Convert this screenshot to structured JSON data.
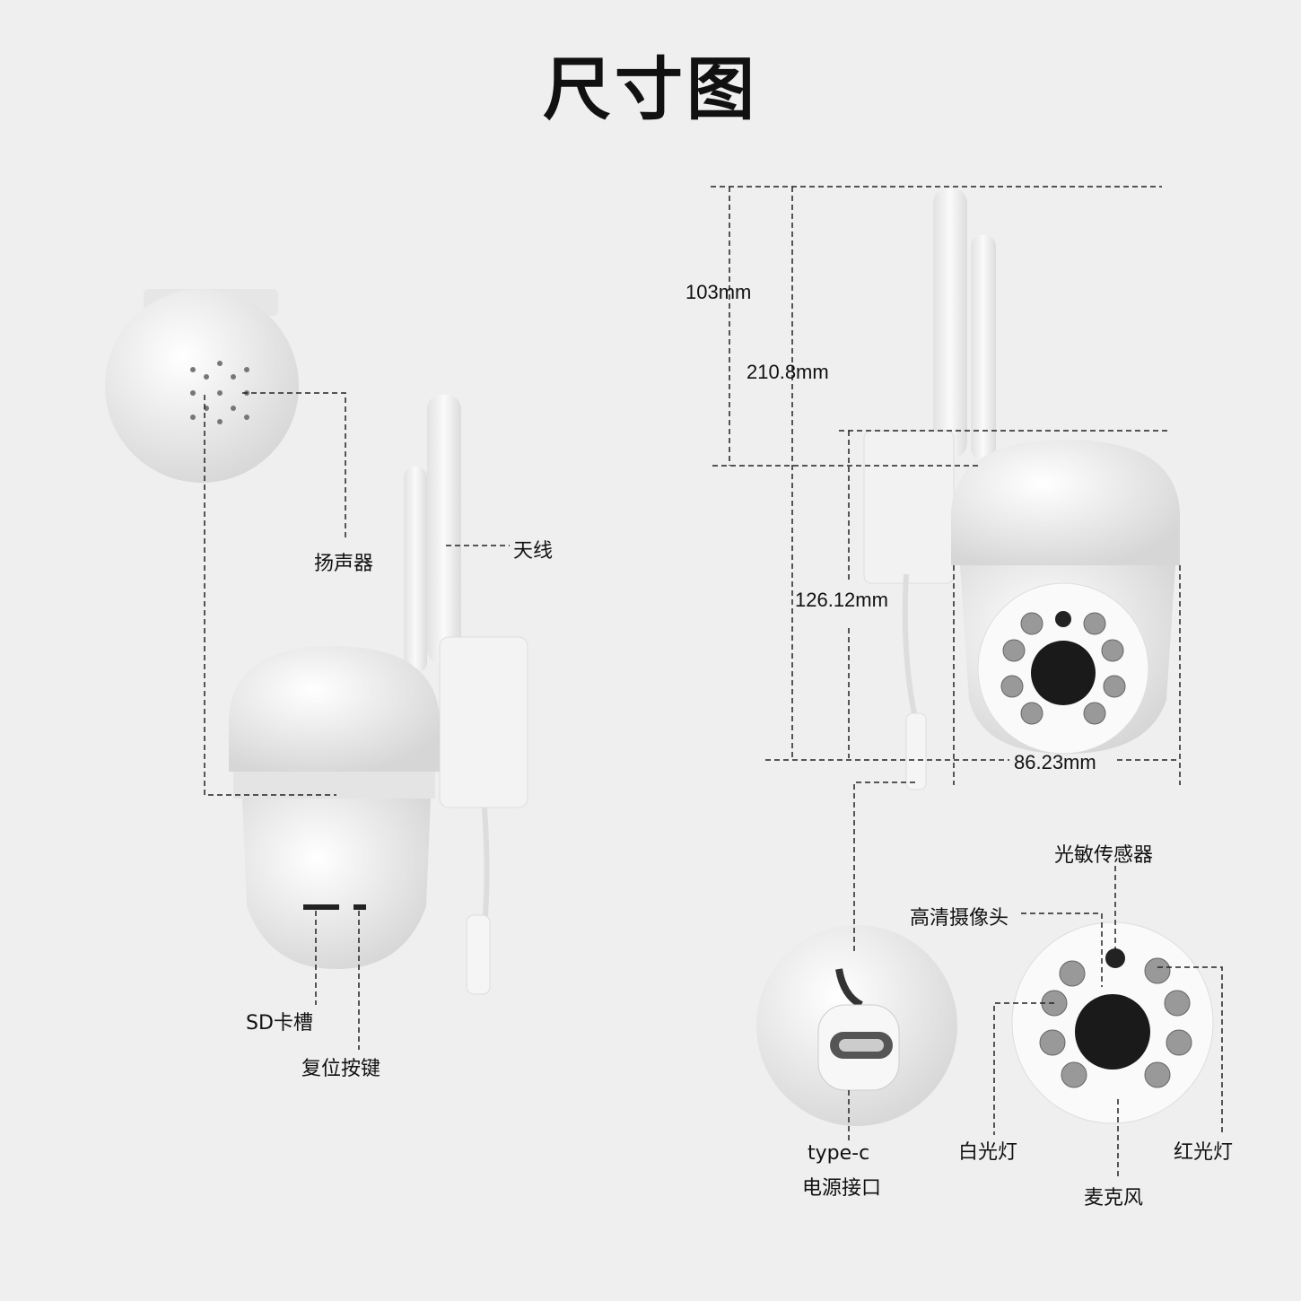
{
  "title": "尺寸图",
  "left_labels": {
    "speaker": "扬声器",
    "antenna": "天线",
    "sd_slot": "SD卡槽",
    "reset_button": "复位按键"
  },
  "dimensions": {
    "antenna_height": "103mm",
    "total_height": "210.8mm",
    "body_height": "126.12mm",
    "width": "86.23mm"
  },
  "right_labels": {
    "light_sensor": "光敏传感器",
    "hd_camera": "高清摄像头",
    "type_c": "type-c",
    "power_port": "电源接口",
    "white_light": "白光灯",
    "microphone": "麦克风",
    "red_light": "红光灯"
  }
}
